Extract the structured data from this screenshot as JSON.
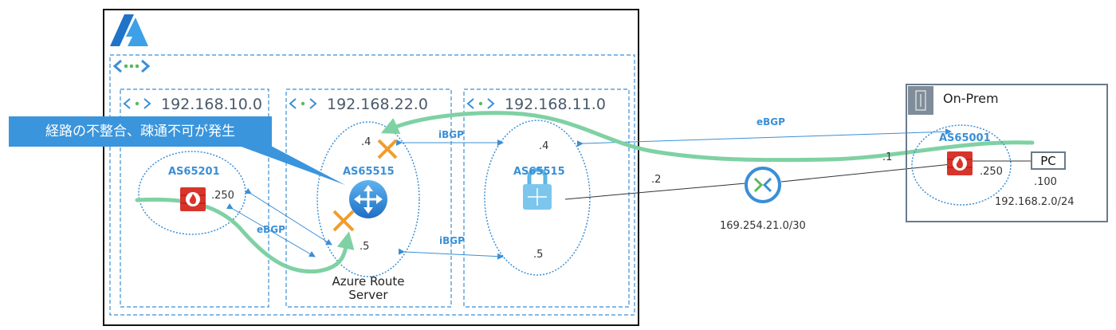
{
  "subnets": {
    "left": "192.168.10.0",
    "middle": "192.168.22.0",
    "right": "192.168.11.0"
  },
  "callout": "経路の不整合、疎通不可が発生",
  "nodes": {
    "firewall_left": {
      "asn": "AS65201",
      "ip": ".250"
    },
    "route_server": {
      "asn": "AS65515",
      "ip_top": ".4",
      "ip_bottom": ".5",
      "name_line1": "Azure Route",
      "name_line2": "Server"
    },
    "vpn_gateway": {
      "asn": "AS65515",
      "ip_top": ".4",
      "ip_bottom": ".5"
    },
    "onprem_router": {
      "asn": "AS65001",
      "ip": ".250",
      "ip_tunnel": ".1"
    }
  },
  "links": {
    "ebgp_left": "eBGP",
    "ibgp_top": "iBGP",
    "ibgp_bottom": "iBGP",
    "ebgp_onprem": "eBGP",
    "tunnel_left_ip": ".2",
    "tunnel_subnet": "169.254.21.0/30"
  },
  "onprem": {
    "title": "On-Prem",
    "pc_label": "PC",
    "pc_ip": ".100",
    "subnet": "192.168.2.0/24"
  },
  "colors": {
    "azure_blue": "#3a8fd6",
    "route_green": "#7fd1a3",
    "error_orange": "#f39c2a",
    "firewall_red": "#d9342b"
  }
}
